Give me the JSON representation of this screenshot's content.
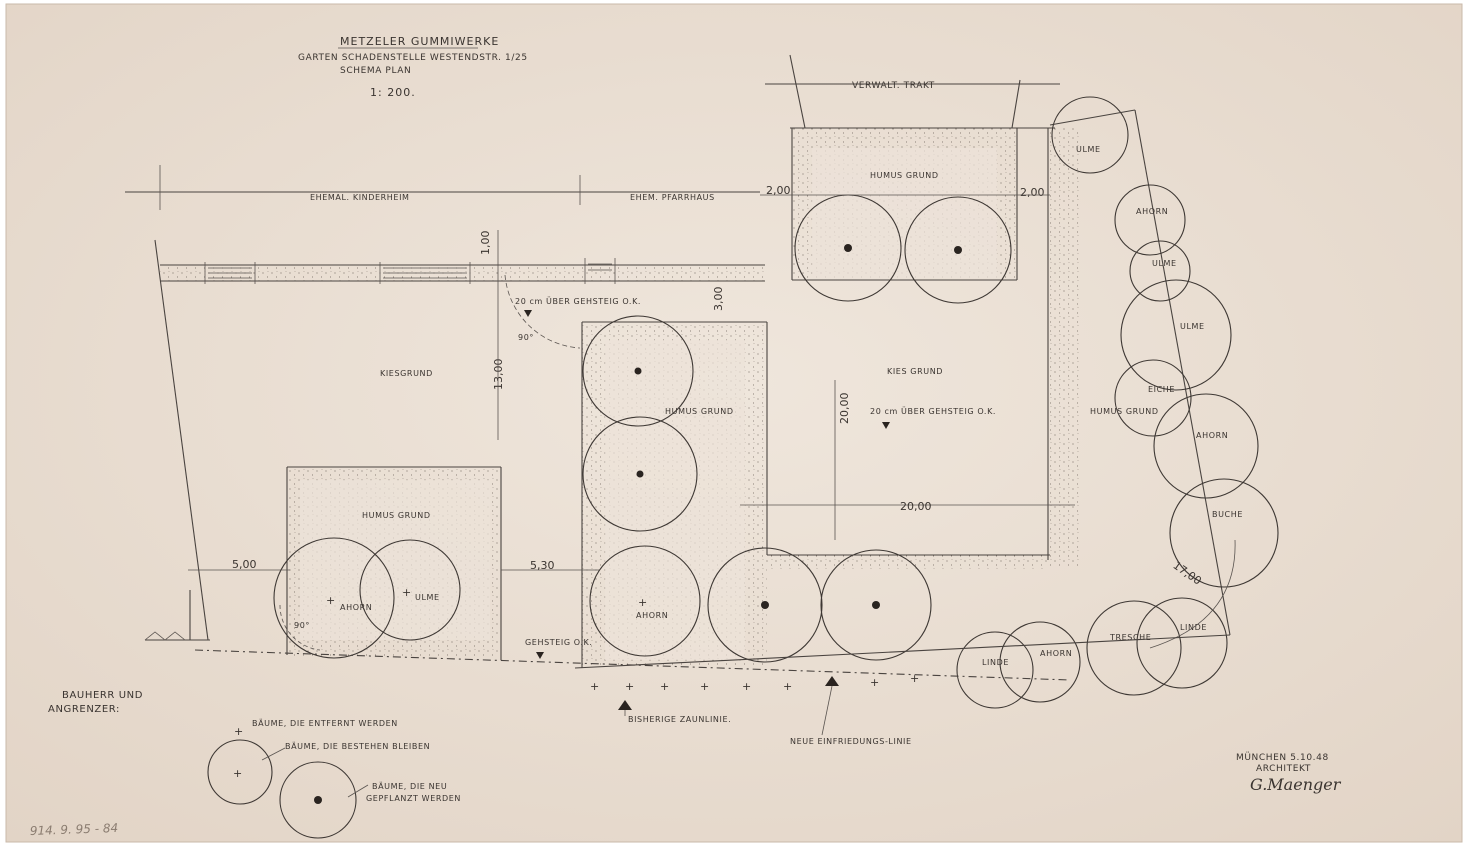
{
  "title": {
    "line1": "METZELER GUMMIWERKE",
    "line2": "GARTEN SCHADENSTELLE WESTENDSTR. 1/25",
    "line3": "SCHEMA PLAN",
    "scale": "1: 200."
  },
  "buildings": {
    "verwaltung": "VERWALT. TRAKT",
    "kinderheim": "EHEMAL. KINDERHEIM",
    "pfarrhaus": "EHEM. PFARRHAUS"
  },
  "areas": {
    "humus_top_right": "HUMUS GRUND",
    "kies_left": "KIESGRUND",
    "humus_center": "HUMUS GRUND",
    "kies_center": "KIES GRUND",
    "humus_right": "HUMUS GRUND",
    "humus_bottom_left": "HUMUS GRUND"
  },
  "notes": {
    "level_1": "20 cm ÜBER GEHSTEIG O.K.",
    "level_2": "20 cm ÜBER GEHSTEIG O.K.",
    "gehsteig": "GEHSTEIG O.K.",
    "bisherige_zaunlinie": "BISHERIGE ZAUNLINIE.",
    "neue_einfriedungslinie": "NEUE EINFRIEDUNGS-LINIE",
    "angle_1": "90°",
    "angle_2": "90°"
  },
  "dimensions": {
    "d_2_00_left": "2,00",
    "d_2_00_right": "2,00",
    "d_1_00": "1,00",
    "d_3_00": "3,00",
    "d_13_00": "13,00",
    "d_20_00_vertical": "20,00",
    "d_20_00_horizontal": "20,00",
    "d_5_00": "5,00",
    "d_5_30": "5,30",
    "d_17_00": "17,00"
  },
  "trees": {
    "ulme_top": "ULME",
    "ahorn_1": "AHORN",
    "ulme_2": "ULME",
    "ulme_3": "ULME",
    "eiche": "EICHE",
    "ahorn_2": "AHORN",
    "buche": "BUCHE",
    "linde_1": "LINDE",
    "tresche": "TRESCHE",
    "linde_2": "LINDE",
    "ahorn_3": "AHORN",
    "ahorn_center": "AHORN",
    "ahorn_left": "AHORN",
    "ulme_left": "ULME"
  },
  "legend": {
    "heading_1": "BAUHERR UND",
    "heading_2": "ANGRENZER:",
    "removed": "BÄUME, DIE ENTFERNT WERDEN",
    "remain": "BÄUME, DIE BESTEHEN BLEIBEN",
    "new_1": "BÄUME, DIE NEU",
    "new_2": "GEPFLANZT WERDEN"
  },
  "signature": {
    "place_date": "MÜNCHEN 5.10.48",
    "role": "ARCHITEKT",
    "name": "G.Maenger"
  },
  "archive_note": "914. 9. 95 - 84",
  "colors": {
    "paper": "#ece2d8",
    "ink": "#3e3834"
  }
}
